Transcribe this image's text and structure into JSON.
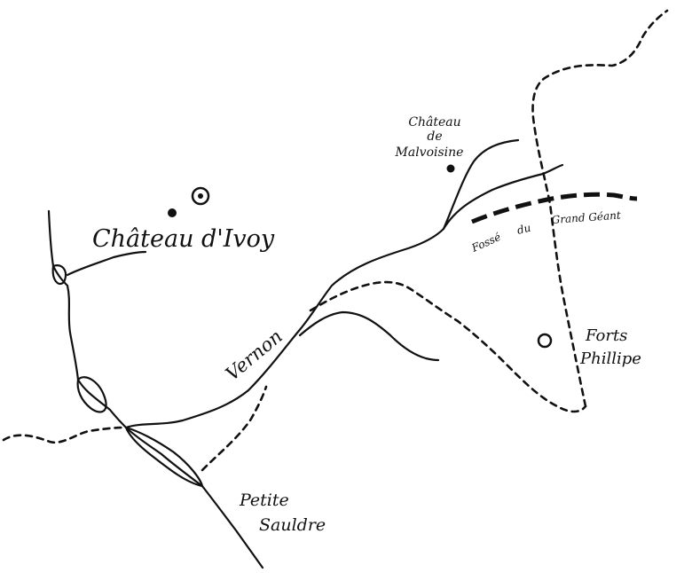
{
  "labels": {
    "chateau_ivoy": "Château d'Ivoy",
    "chateau_malvoisine_line1": "Château",
    "chateau_malvoisine_line2": "de",
    "chateau_malvoisine_line3": "Malvoisine",
    "vernon": "Vernon",
    "fosse_word1": "Fossé",
    "fosse_word2": "du",
    "fosse_word3": "Grand Géant",
    "forts_line1": "Forts",
    "forts_line2": "Phillipe",
    "petite_sauldre_line1": "Petite",
    "petite_sauldre_line2": "Sauldre"
  },
  "symbols": {
    "chateau_ivoy": [
      "dot-marker",
      "circle-dot-marker"
    ],
    "chateau_malvoisine": "dot-marker",
    "forts_phillipe": "open-circle-marker"
  },
  "colors": {
    "ink": "#111111",
    "paper": "#ffffff"
  }
}
